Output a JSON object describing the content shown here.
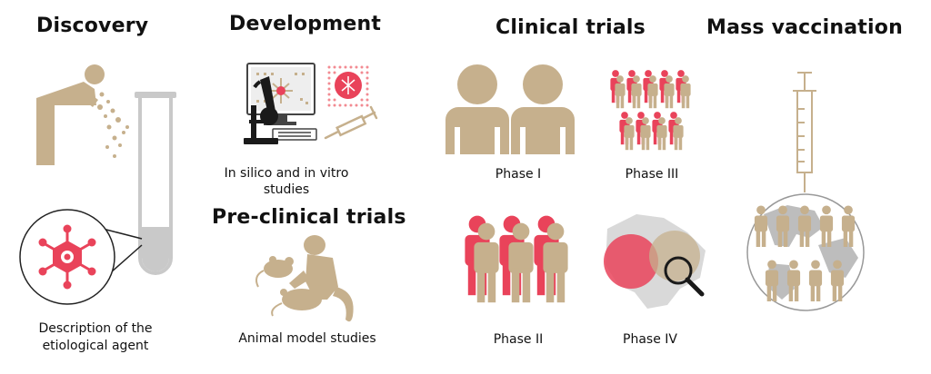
{
  "colors": {
    "tan": "#c6b08d",
    "red": "#e9435a",
    "pink": "#f28a92",
    "gray": "#b9b9b9",
    "light_gray": "#d6d6d6",
    "dark": "#1a1a1a"
  },
  "headings": {
    "discovery": "Discovery",
    "development": "Development",
    "preclinical": "Pre-clinical trials",
    "clinical": "Clinical trials",
    "mass": "Mass vaccination"
  },
  "captions": {
    "discovery_line1": "Description of the",
    "discovery_line2": "etiological agent",
    "development_line1": "In silico and in vitro",
    "development_line2": "studies",
    "animal": "Animal model studies",
    "phase1": "Phase I",
    "phase2": "Phase II",
    "phase3": "Phase III",
    "phase4": "Phase IV"
  }
}
